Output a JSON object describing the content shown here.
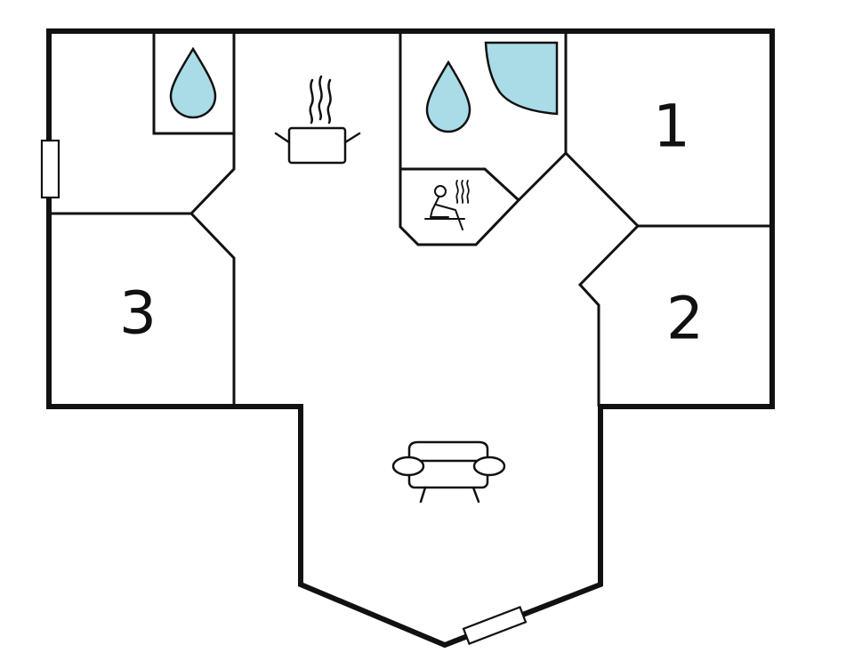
{
  "rooms": [
    {
      "label": "1"
    },
    {
      "label": "2"
    },
    {
      "label": "3"
    }
  ],
  "colors": {
    "wall": "#111111",
    "water": "#a9dce6",
    "background": "#ffffff"
  },
  "icons": [
    "water-drop-icon",
    "shower-icon",
    "cooking-pot-icon",
    "sauna-icon",
    "sofa-icon",
    "window-icon"
  ]
}
